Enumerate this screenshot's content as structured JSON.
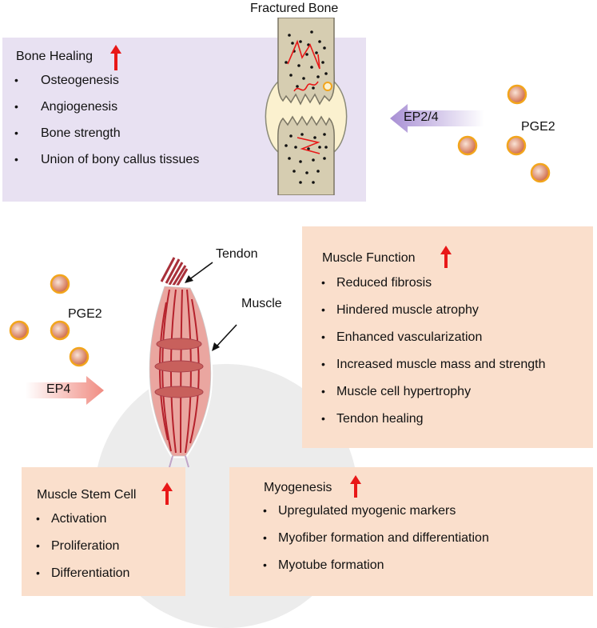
{
  "fractured_bone": {
    "title": "Fractured Bone"
  },
  "bone_healing": {
    "heading": "Bone Healing",
    "items": [
      "Osteogenesis",
      "Angiogenesis",
      "Bone strength",
      "Union of bony callus tissues"
    ]
  },
  "bone_signal": {
    "receptor": "EP2/4",
    "ligand": "PGE2"
  },
  "muscle_signal": {
    "receptor": "EP4",
    "ligand": "PGE2"
  },
  "muscle_labels": {
    "tendon": "Tendon",
    "muscle": "Muscle"
  },
  "muscle_function": {
    "heading": "Muscle Function",
    "items": [
      "Reduced fibrosis",
      "Hindered muscle atrophy",
      "Enhanced vascularization",
      "Increased muscle mass and strength",
      "Muscle cell hypertrophy",
      "Tendon healing"
    ]
  },
  "muscle_stem_cell": {
    "heading": "Muscle Stem Cell",
    "items": [
      "Activation",
      "Proliferation",
      "Differentiation"
    ]
  },
  "myogenesis": {
    "heading": "Myogenesis",
    "items": [
      "Upregulated myogenic markers",
      "Myofiber formation and differentiation",
      "Myotube formation"
    ]
  },
  "colors": {
    "bone_panel": "#e8e1f2",
    "peach_panel": "#fadfcc",
    "up_arrow": "#e81818",
    "pge2_fill": "#d9785a",
    "pge2_ring": "#f2a51c"
  },
  "icons": {
    "increase": "up-arrow-icon",
    "molecule": "pge2-molecule-icon"
  }
}
